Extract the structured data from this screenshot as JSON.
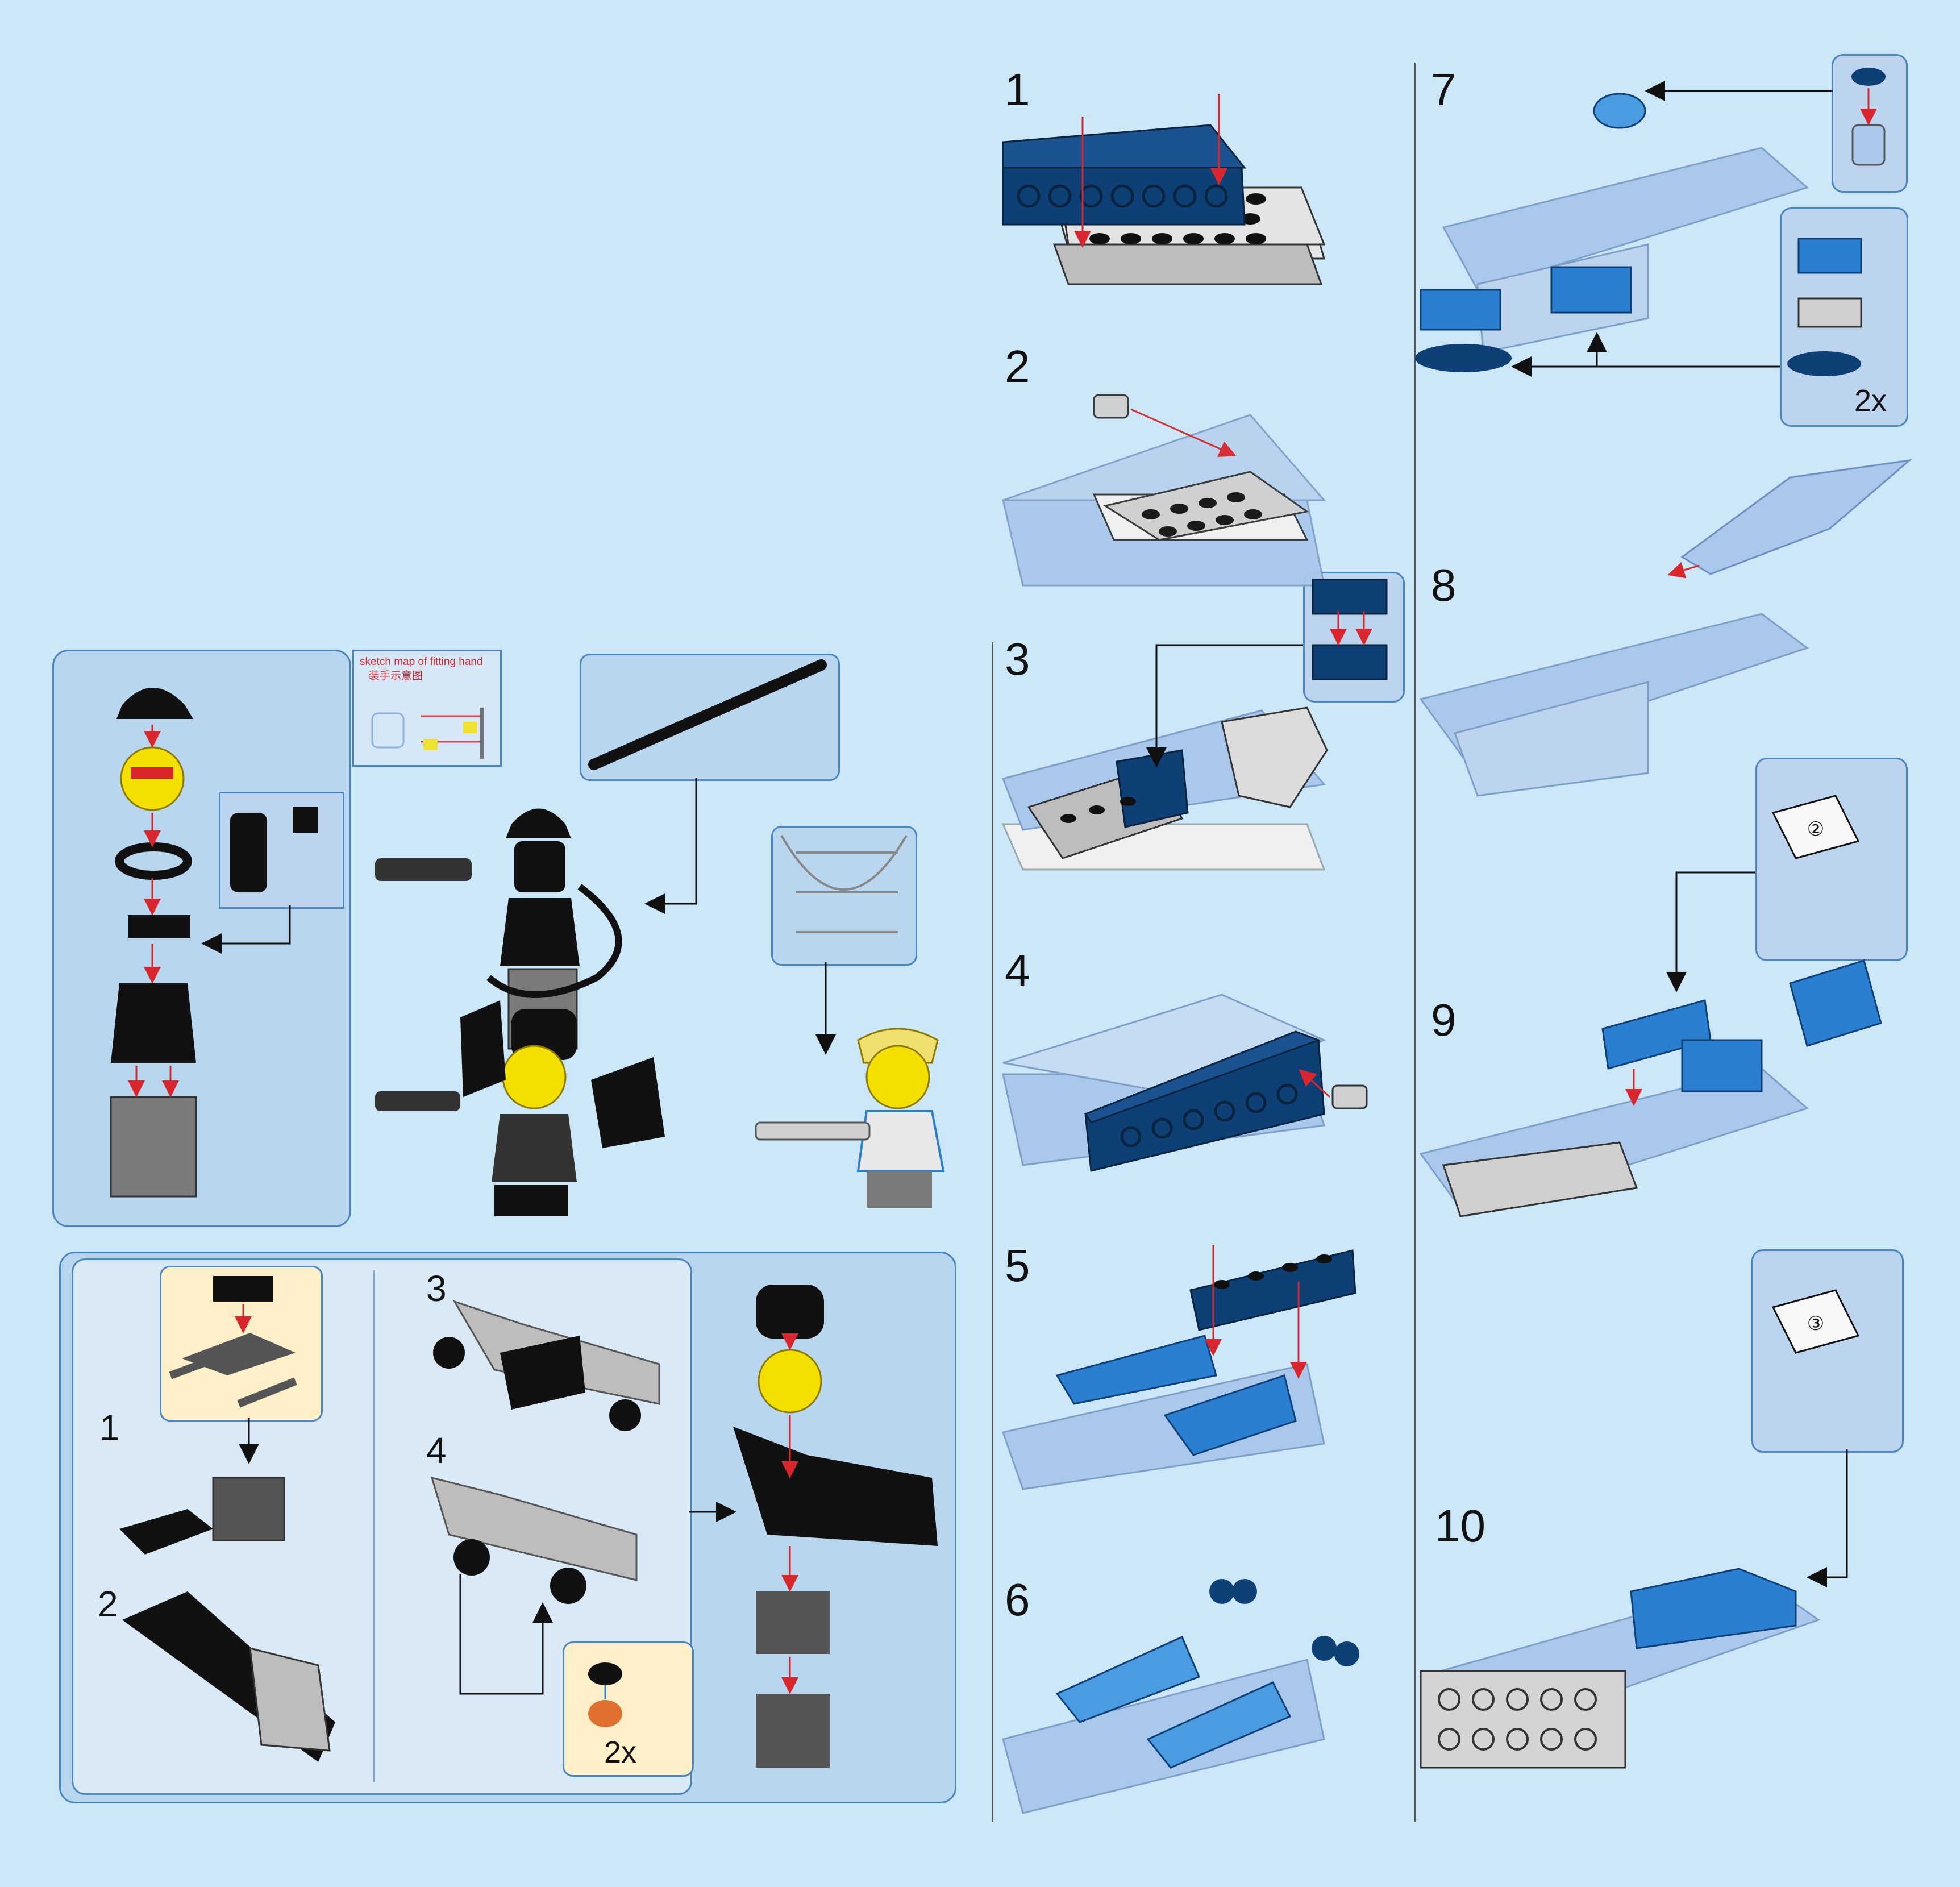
{
  "steps": {
    "main": [
      "1",
      "2",
      "3",
      "4",
      "5",
      "6",
      "7",
      "8",
      "9",
      "10"
    ],
    "jetpack": [
      "1",
      "2",
      "3",
      "4"
    ]
  },
  "counts": {
    "step7_callout": "2x",
    "jetpack_callout": "2x"
  },
  "stickers": {
    "step9": "②",
    "step10": "③"
  },
  "hand_hint": {
    "line1": "sketch map of fitting hand",
    "line2": "装手示意图"
  },
  "colors": {
    "page_bg": "#cce8f8",
    "panel_bg": "#b9d6ef",
    "panel_border": "#4b86c0",
    "dark_blue": "#0e3f75",
    "medium_blue": "#2b7fd0",
    "trans_blue": "#a9c8ec",
    "light_gray": "#c9c9c9",
    "black": "#111111",
    "arrow_red": "#d8262c",
    "minifig_yellow": "#f4e000"
  },
  "icons": [
    "lego-brick-icon",
    "lego-plate-icon",
    "minifigure-icon",
    "pin-icon",
    "sticker-sheet-icon",
    "arrow-icon",
    "flame-element-icon",
    "weapon-sprue-icon"
  ]
}
